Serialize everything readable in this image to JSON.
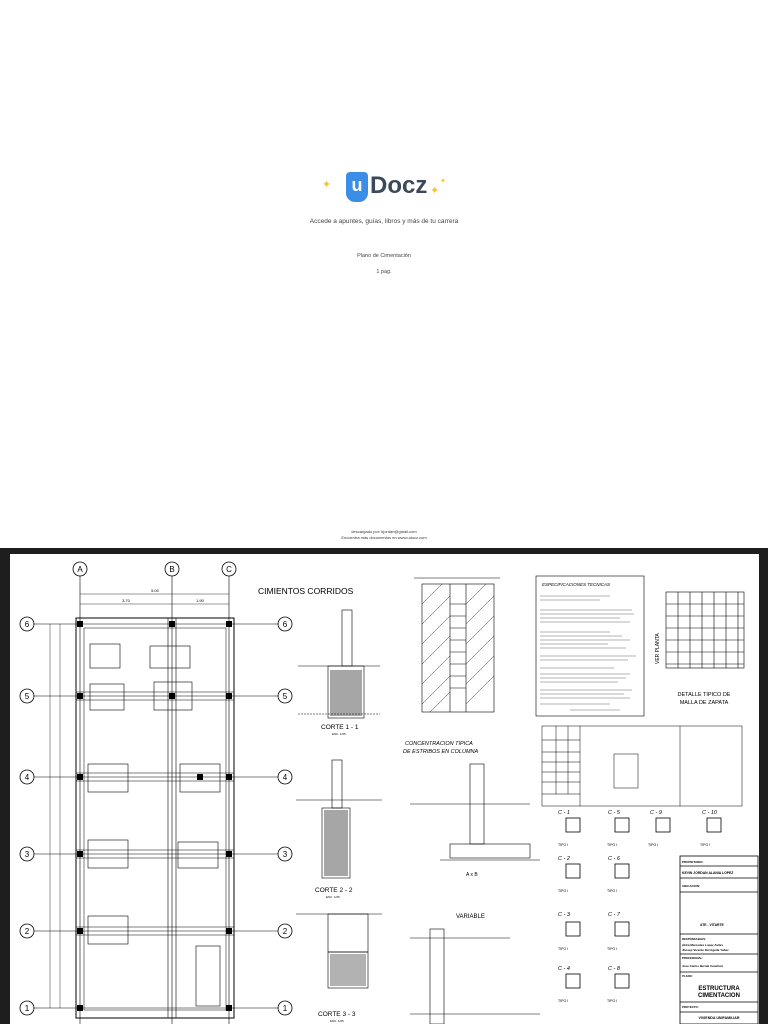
{
  "brand": {
    "name": "uDocz",
    "mark": "u",
    "wordmark": "Docz",
    "tagline": "Accede a apuntes, guías, libros y más de tu carrera"
  },
  "document": {
    "title": "Plano de Cimentación",
    "pages": "1 pag."
  },
  "footer": {
    "line1": "descargado por: kjordan@gmail.com",
    "line2": "Encuentra más documentos en www.udocz.com"
  },
  "plan": {
    "axes_letters": [
      "A",
      "B",
      "C"
    ],
    "axes_numbers": [
      "6",
      "5",
      "4",
      "3",
      "2",
      "1"
    ],
    "dims_top": [
      "5.00",
      "3.70",
      "1.90"
    ],
    "section_title": "CIMIENTOS CORRIDOS",
    "corte_1": "CORTE  1 - 1",
    "corte_2": "CORTE  2 - 2",
    "corte_3": "CORTE  3 - 3",
    "scale": "ESC. 1/25",
    "concentracion": "CONCENTRACION TIPICA",
    "estribos": "DE ESTRIBOS EN COLUMNA",
    "axb": "A x B",
    "variable": "VARIABLE",
    "especificaciones": "ESPECIFICACIONES TECNICAS",
    "detalle_1": "DETALLE TIPICO DE",
    "detalle_2": "MALLA DE ZAPATA",
    "ver_planta": "VER PLANTA",
    "columns": [
      "C - 1",
      "C - 5",
      "C - 9",
      "C - 10",
      "C - 2",
      "C - 6",
      "C - 3",
      "C - 7",
      "C - 4",
      "C - 8"
    ],
    "tipo": "TIPO I"
  },
  "title_block": {
    "label_propietario": "PROPIETARIO:",
    "owner": "KEVIN JORDAN ALANIA LOPEZ",
    "label_ubicacion": "UBICACION:",
    "location": "ATE - VITARTE",
    "label_responsables": "RESPONSABLES:",
    "designers": [
      "Akira Mercedes Lopez Aviles",
      "Jhosep Vicente Del Aguila Yañez"
    ],
    "label_profesional": "PROFESIONAL:",
    "professional": "Jose Carlos Bernal Canchari",
    "label_plano": "PLANO:",
    "plan_title_1": "ESTRUCTURA",
    "plan_title_2": "CIMENTACION",
    "label_proyecto": "PROYECTO:",
    "project": "VIVIENDA UNIFAMILIAR"
  }
}
